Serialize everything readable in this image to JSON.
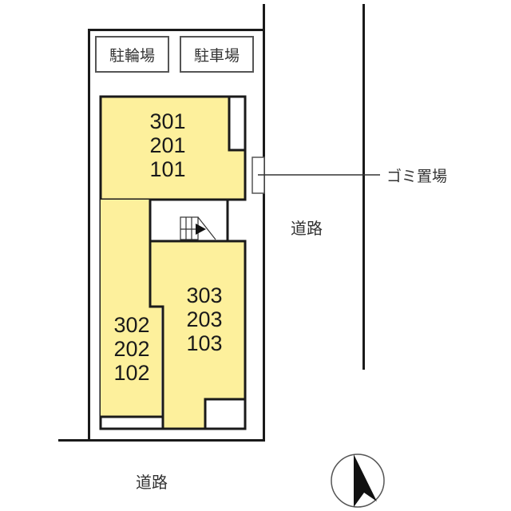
{
  "site_plan": {
    "parking": {
      "bicycle_label": "駐輪場",
      "car_label": "駐車場"
    },
    "units": [
      {
        "id": "A",
        "rooms": [
          "301",
          "201",
          "101"
        ]
      },
      {
        "id": "B",
        "rooms": [
          "302",
          "202",
          "102"
        ]
      },
      {
        "id": "C",
        "rooms": [
          "303",
          "203",
          "103"
        ]
      }
    ],
    "garbage_label": "ゴミ置場",
    "road_east_label": "道路",
    "road_south_label": "道路",
    "compass": {
      "direction": "north",
      "icon": "north-arrow-icon"
    },
    "colors": {
      "unit_fill": "#fdf09c",
      "line": "#1a1a1a",
      "background": "#ffffff"
    }
  }
}
